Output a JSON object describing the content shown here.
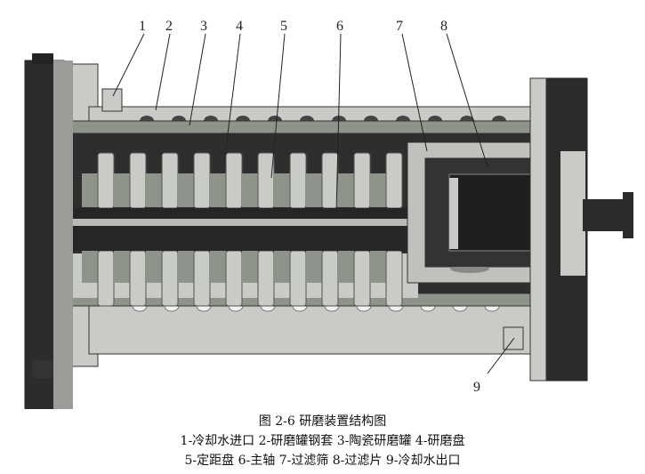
{
  "figure": {
    "callouts": [
      "1",
      "2",
      "3",
      "4",
      "5",
      "6",
      "7",
      "8",
      "9"
    ],
    "caption_title": "图 2-6  研磨装置结构图",
    "legend_line1": "1-冷却水进口  2-研磨罐钢套  3-陶瓷研磨罐  4-研磨盘",
    "legend_line2": "5-定距盘  6-主轴  7-过滤筛  8-过滤片  9-冷却水出口"
  },
  "colors": {
    "dark": "#2a2a2a",
    "mid": "#7c8079",
    "light": "#c9cbc6",
    "green": "#8e948a"
  }
}
